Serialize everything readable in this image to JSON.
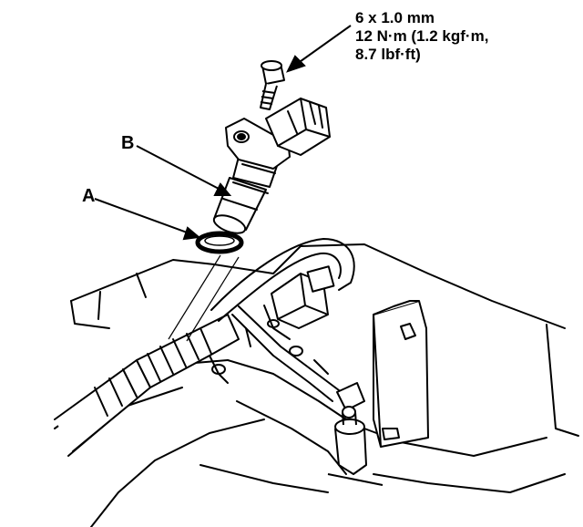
{
  "callouts": {
    "bolt_spec": {
      "line1": "6 x 1.0 mm",
      "line2": "12 N·m (1.2 kgf·m,",
      "line3": "8.7 lbf·ft)"
    },
    "label_b": "B",
    "label_a": "A"
  },
  "colors": {
    "ink": "#000000",
    "paper": "#ffffff"
  }
}
